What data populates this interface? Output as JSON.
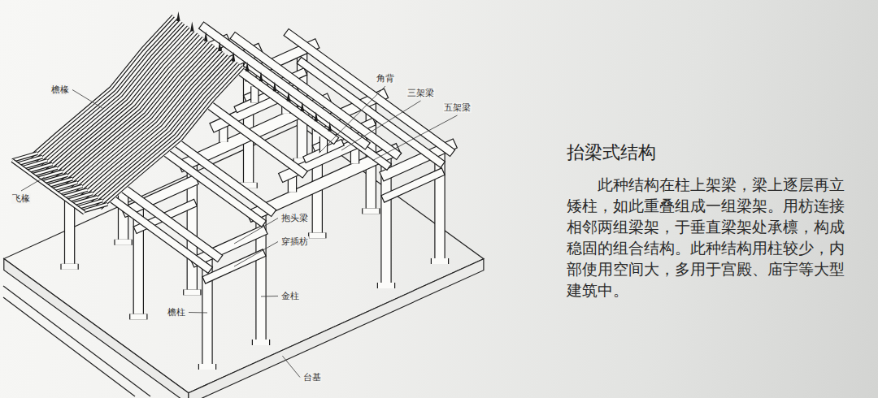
{
  "diagram": {
    "title": "抬梁式结构",
    "caption": "此种结构在柱上架梁，梁上逐层再立矮柱，如此重叠组成一组梁架。用枋连接相邻两组梁架，于垂直梁架处承檩，构成稳固的组合结构。此种结构用柱较少，内部使用空间大，多用于宫殿、庙宇等大型建筑中。",
    "labels": [
      "角背",
      "三架梁",
      "五架梁",
      "檐椽",
      "飞椽",
      "抱头梁",
      "穿插枋",
      "金柱",
      "檐柱",
      "台基"
    ]
  }
}
